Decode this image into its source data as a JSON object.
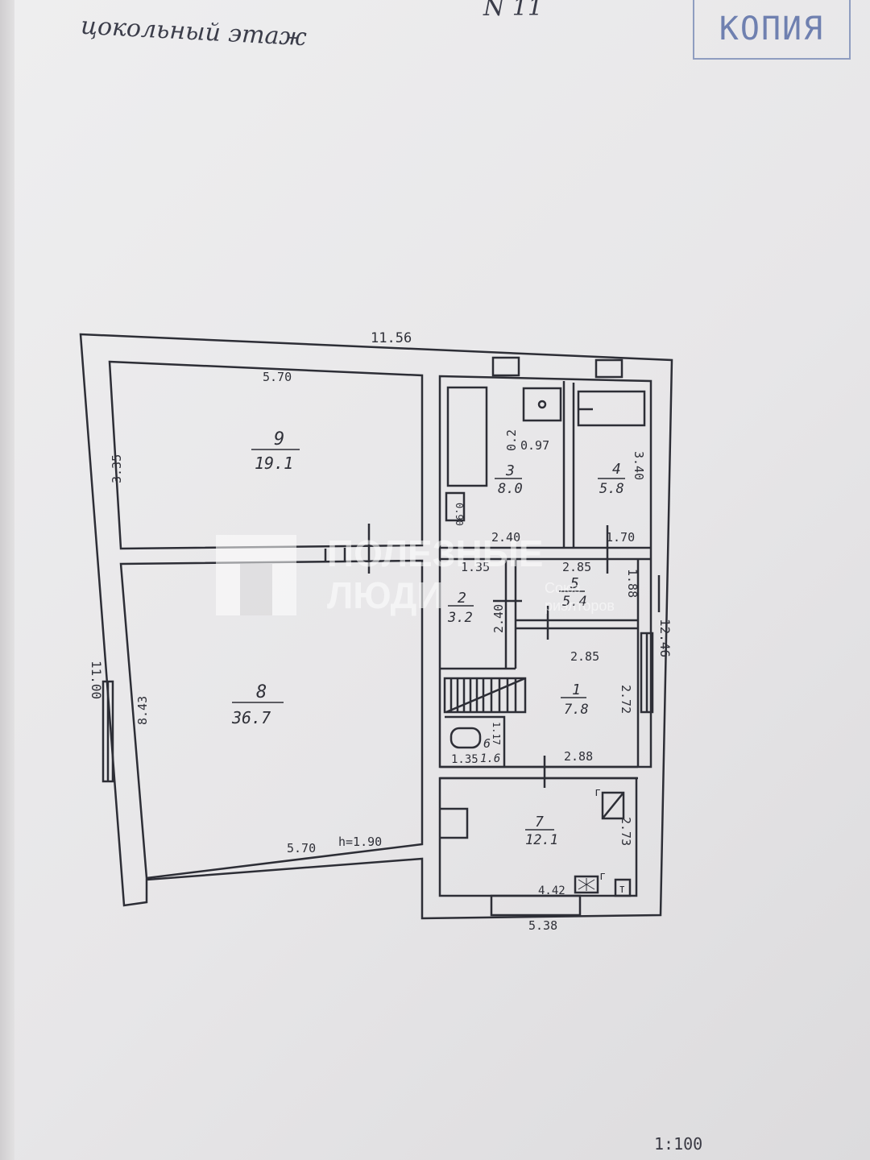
{
  "document": {
    "header_number": "N 11",
    "floor_title": "цокольный этаж",
    "stamp": "КОПИЯ",
    "scale": "1:100"
  },
  "watermark": {
    "line1": "ПОЛЕЗНЫЕ",
    "line2": "ЛЮДИ",
    "sub1": "Союз",
    "sub2": "риэлторов"
  },
  "dimensions": {
    "top_outer": "11.56",
    "left_outer": "11.00",
    "right_outer": "12.46",
    "room9_width": "5.70",
    "room9_depth": "3.35",
    "room8_depth": "8.43",
    "room8_bottom": "5.70",
    "height": "h=1.90",
    "room3_bottom": "2.40",
    "room4_bottom": "1.70",
    "room4_depth": "3.40",
    "shower_size": "0.97",
    "shower_side": "0.2",
    "niche": "0.90",
    "room2_top": "1.35",
    "room2_depth": "2.40",
    "room5_top": "2.85",
    "room5_depth": "1.88",
    "room1_top": "2.85",
    "room1_depth": "2.72",
    "room1_bottom": "2.88",
    "room6_width": "1.35",
    "room6_depth": "1.17",
    "room7_depth": "2.73",
    "room7_width": "4.42",
    "room7_bottom": "5.38",
    "marker_r1": "г",
    "marker_r2": "г",
    "marker_t": "т"
  },
  "rooms": [
    {
      "number": "9",
      "area": "19.1"
    },
    {
      "number": "8",
      "area": "36.7"
    },
    {
      "number": "3",
      "area": "8.0"
    },
    {
      "number": "4",
      "area": "5.8"
    },
    {
      "number": "2",
      "area": "3.2"
    },
    {
      "number": "5",
      "area": "5.4"
    },
    {
      "number": "1",
      "area": "7.8"
    },
    {
      "number": "6",
      "area": "1.6"
    },
    {
      "number": "7",
      "area": "12.1"
    }
  ]
}
